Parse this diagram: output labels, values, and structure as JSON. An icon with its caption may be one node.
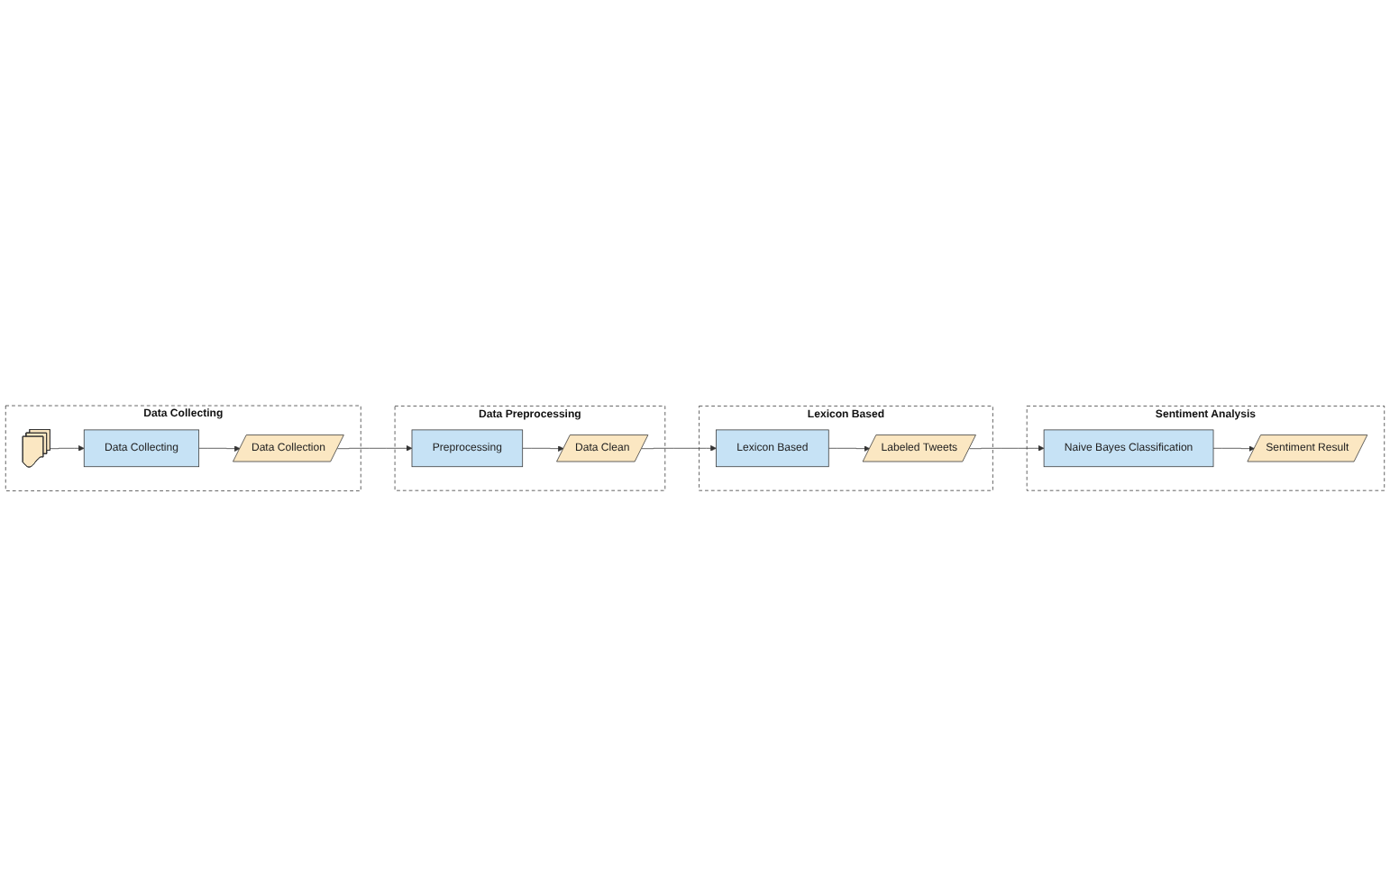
{
  "diagram": {
    "nodes": [
      {
        "text": [
          "Data Collecting"
        ]
      },
      {
        "text": [],
        "shape": "document",
        "in": 0
      },
      {
        "text": [
          "Data Collecting"
        ],
        "in": 0
      },
      {
        "text": [
          "Data Collection"
        ],
        "in": 0
      },
      {
        "text": [
          "Data Preprocessing"
        ]
      },
      {
        "text": [
          "Preprocessing"
        ],
        "in": 4
      },
      {
        "text": [
          "Data Clean"
        ],
        "in": 4
      },
      {
        "text": [
          "Lexicon Based"
        ]
      },
      {
        "text": [
          "Lexicon Based"
        ],
        "in": 7
      },
      {
        "text": [
          "Labeled Tweets"
        ],
        "in": 7
      },
      {
        "text": [
          "Sentiment Analysis"
        ]
      },
      {
        "text": [
          "Naive Bayes Classification"
        ],
        "in": 10
      },
      {
        "text": [
          "Sentiment Result"
        ],
        "in": 10
      }
    ],
    "edges": [
      {
        "from": 1,
        "to": 2,
        "arrow": "to"
      },
      {
        "from": 2,
        "to": 3,
        "arrow": "to"
      },
      {
        "from": 3,
        "to": 5,
        "arrow": "to"
      },
      {
        "from": 5,
        "to": 6,
        "arrow": "to"
      },
      {
        "from": 6,
        "to": 8,
        "arrow": "to"
      },
      {
        "from": 8,
        "to": 9,
        "arrow": "to"
      },
      {
        "from": 9,
        "to": 11,
        "arrow": "to"
      },
      {
        "from": 11,
        "to": 12,
        "arrow": "to"
      }
    ]
  }
}
